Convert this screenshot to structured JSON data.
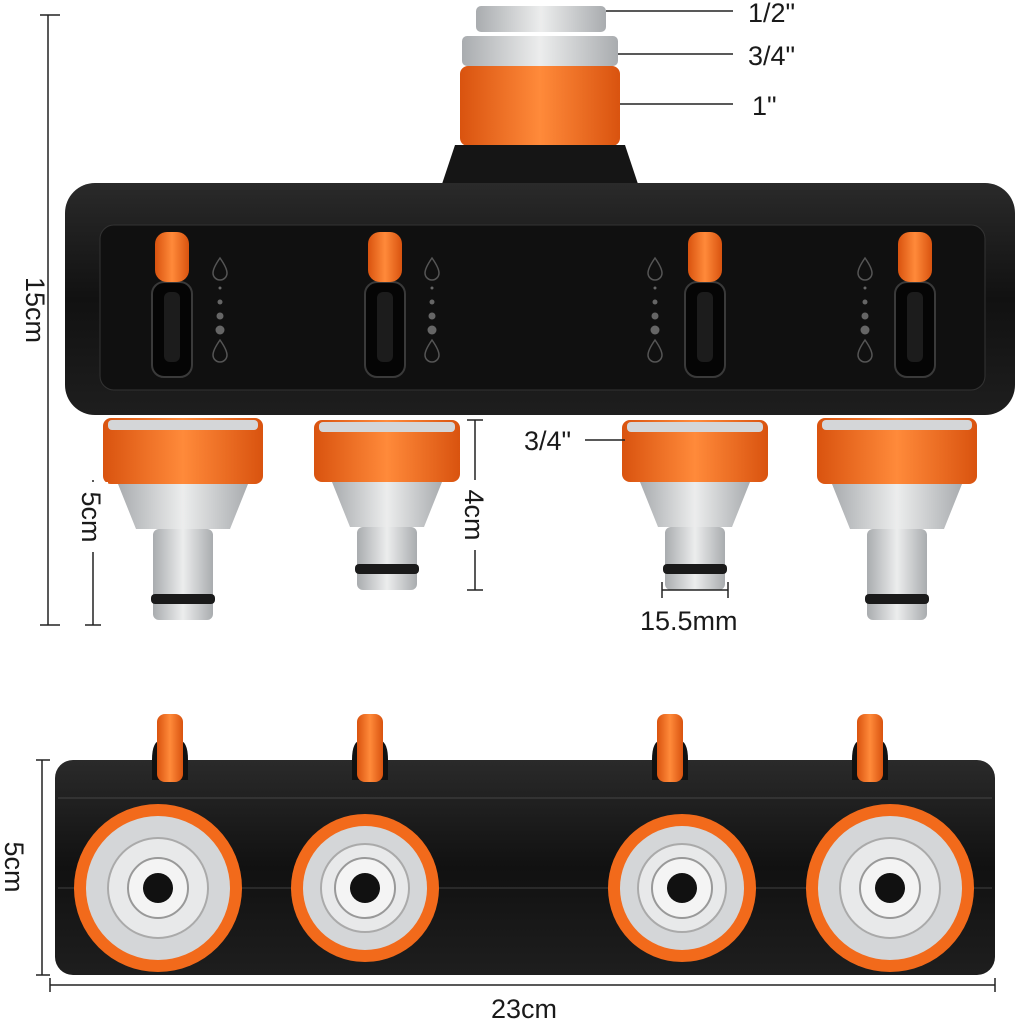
{
  "title": "4-way garden hose tap distributor dimensions",
  "top_inlet": {
    "sizes": [
      "1/2\"",
      "3/4\"",
      "1\""
    ]
  },
  "dimensions": {
    "total_height": "15cm",
    "outlet_large_height": "5cm",
    "outlet_small_height": "4cm",
    "outlet_thread": "3/4\"",
    "nipple_diameter": "15.5mm",
    "body_depth": "5cm",
    "body_width": "23cm"
  },
  "colors": {
    "body": "#141414",
    "orange": "#f26a1b",
    "grey": "#d4d6d8"
  }
}
